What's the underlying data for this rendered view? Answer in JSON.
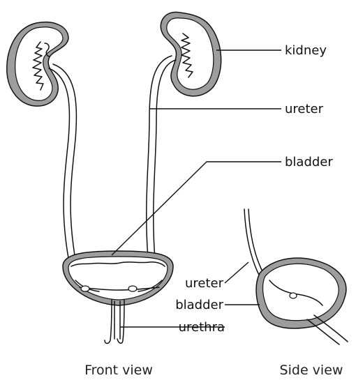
{
  "front_view": {
    "caption": "Front view",
    "labels": {
      "kidney": "kidney",
      "ureter": "ureter",
      "bladder": "bladder",
      "urethra": "urethra"
    }
  },
  "side_view": {
    "caption": "Side view",
    "labels": {
      "ureter": "ureter",
      "bladder": "bladder"
    }
  },
  "colors": {
    "outline": "#111111",
    "tissue_fill": "#9d9d9d",
    "background": "#ffffff"
  }
}
